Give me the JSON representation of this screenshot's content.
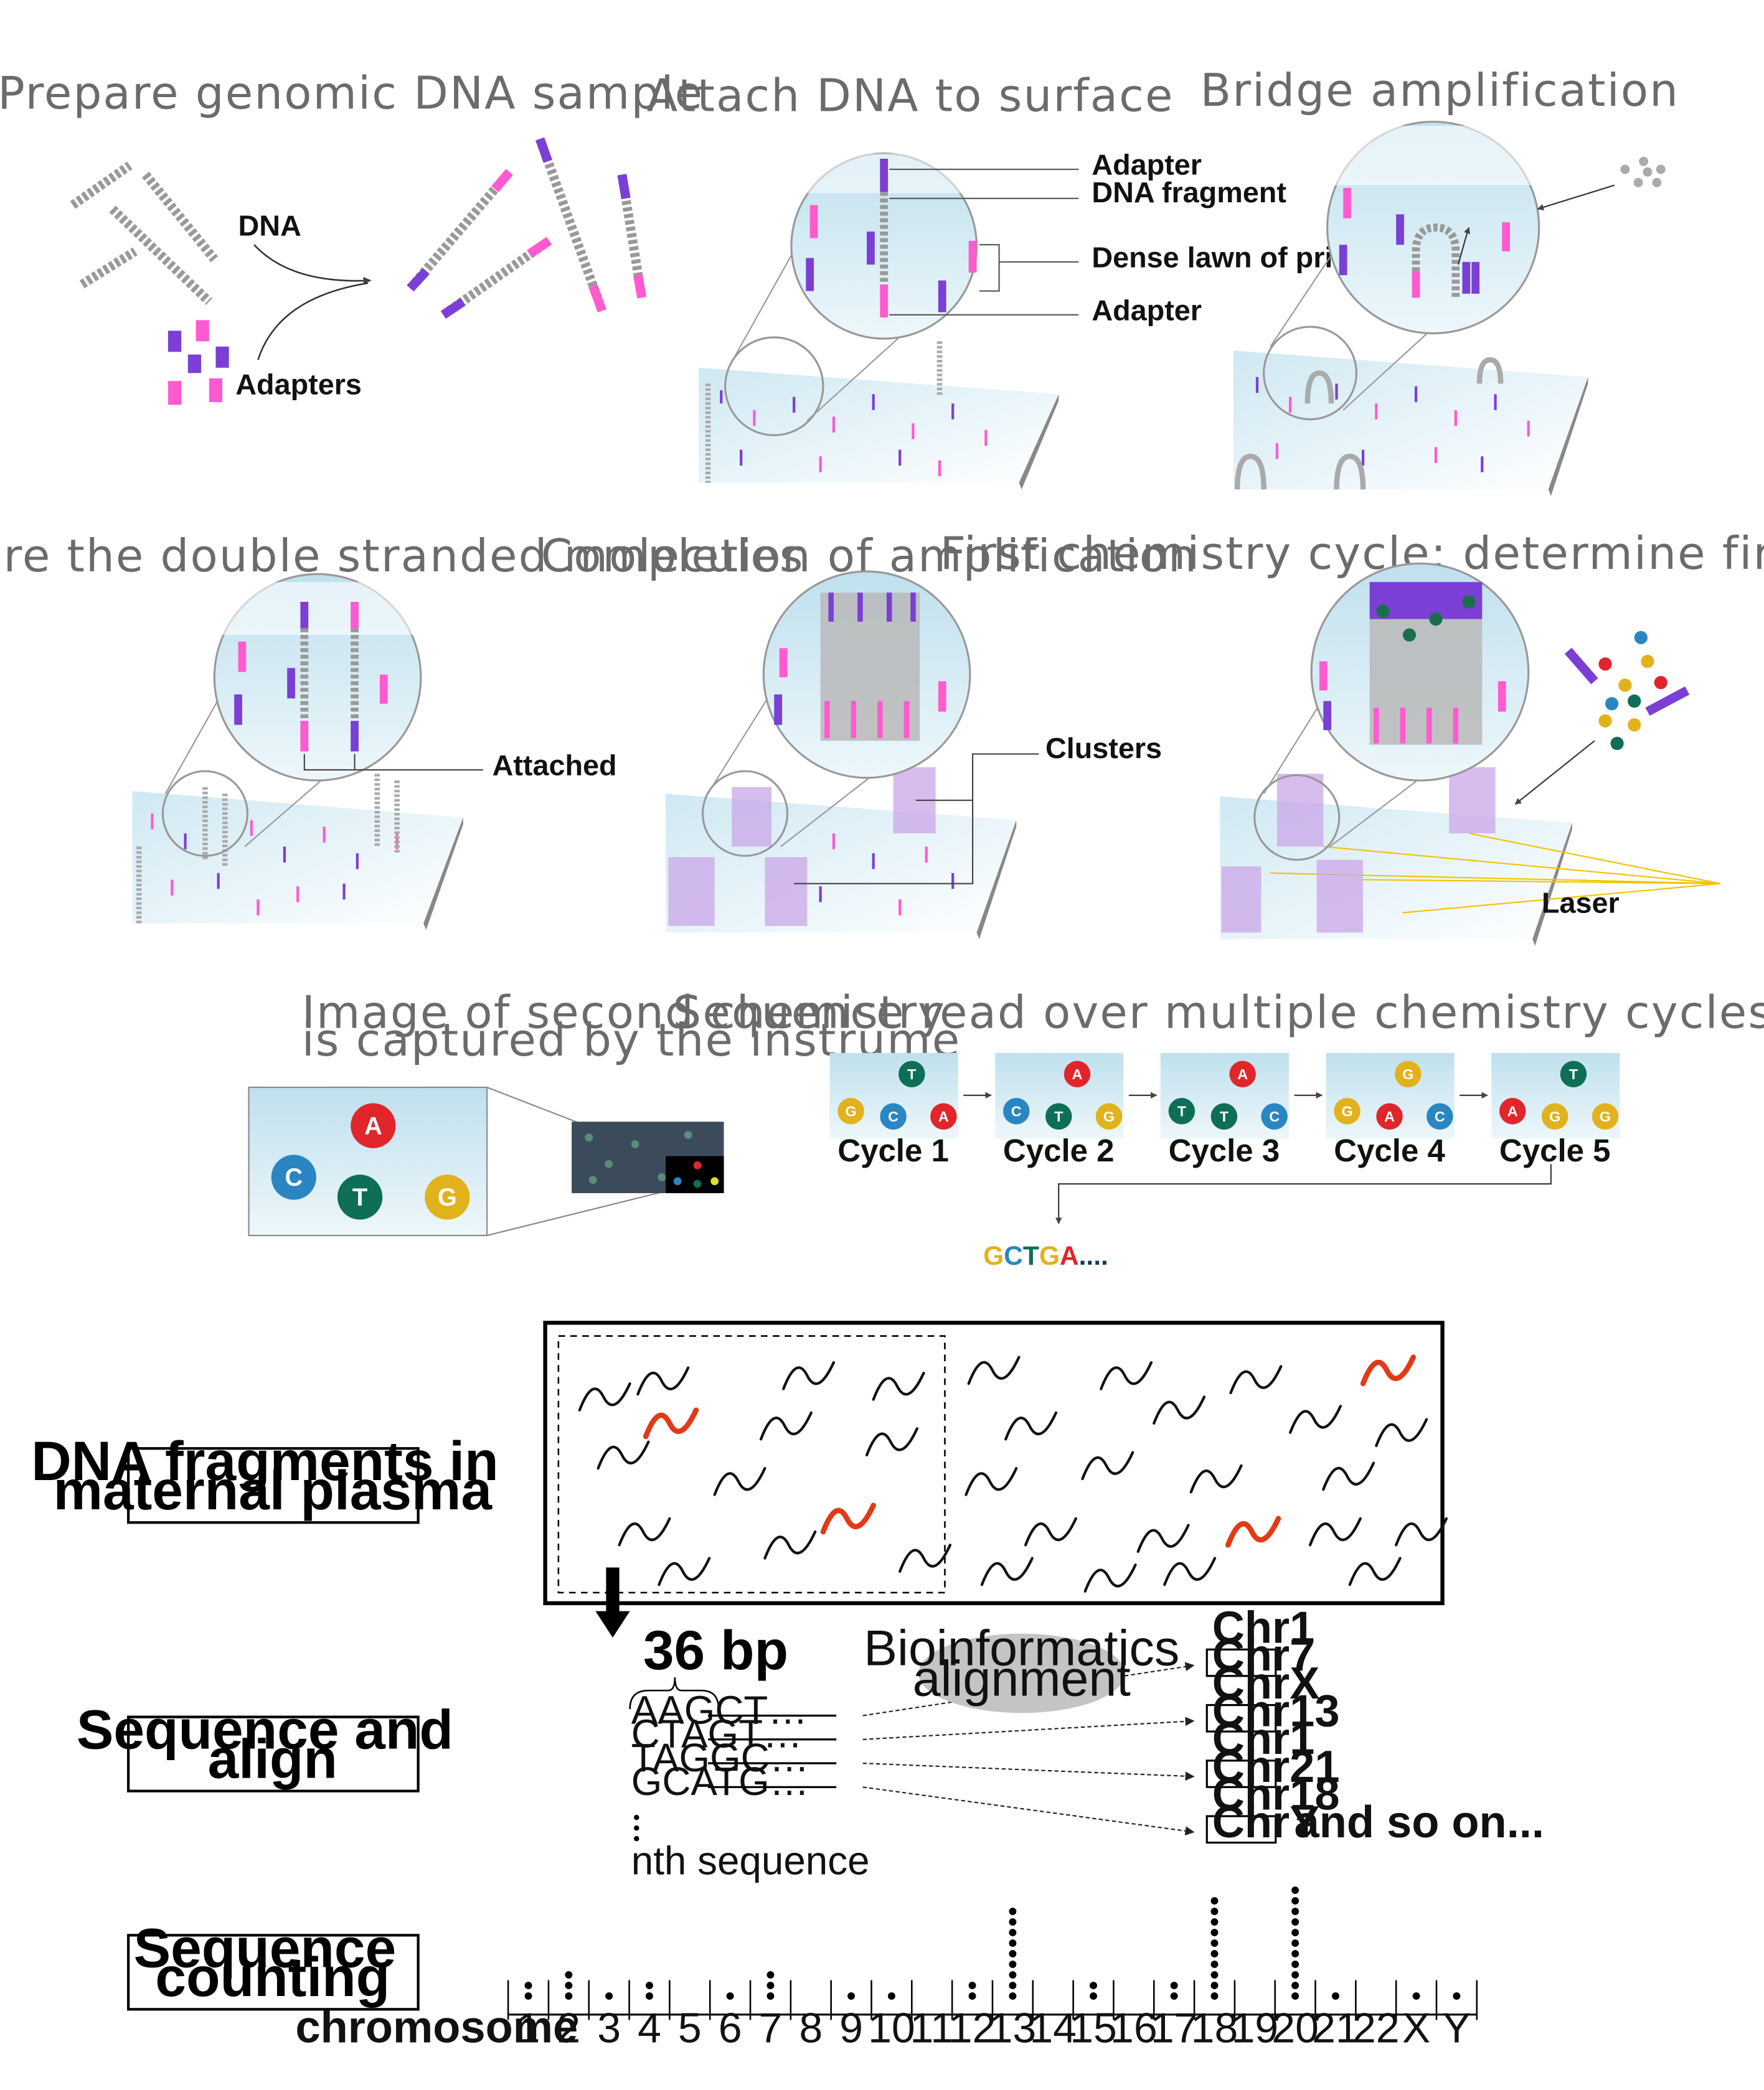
{
  "panels": {
    "prepare": {
      "title": "Prepare genomic DNA sample",
      "dna_label": "DNA",
      "adapters_label": "Adapters"
    },
    "attach": {
      "title": "Attach DNA to surface",
      "labels": [
        "Adapter",
        "DNA fragment",
        "Dense lawn of prime",
        "Adapter"
      ]
    },
    "bridge": {
      "title": "Bridge amplification"
    },
    "denature": {
      "title": "Denature the double stranded molecules",
      "attached_label": "Attached"
    },
    "completion": {
      "title": "Completion of amplification",
      "clusters_label": "Clusters"
    },
    "first_cycle": {
      "title": "First chemistry cycle: determine first base",
      "laser_label": "Laser"
    },
    "image_capture": {
      "title_line1": "Image of second chemistry",
      "title_line2": "is captured by the instrume"
    },
    "sequence_read": {
      "title": "Sequence read over multiple chemistry cycles",
      "cycles": [
        {
          "label": "Cycle 1",
          "bases": [
            "T",
            "G",
            "C",
            "A"
          ]
        },
        {
          "label": "Cycle 2",
          "bases": [
            "A",
            "C",
            "T",
            "G"
          ]
        },
        {
          "label": "Cycle 3",
          "bases": [
            "A",
            "T",
            "T",
            "C"
          ]
        },
        {
          "label": "Cycle 4",
          "bases": [
            "G",
            "G",
            "A",
            "C"
          ]
        },
        {
          "label": "Cycle 5",
          "bases": [
            "T",
            "A",
            "G",
            "G"
          ]
        }
      ],
      "result": [
        "G",
        "C",
        "T",
        "G",
        "A"
      ],
      "result_suffix": "...."
    }
  },
  "base_colors": {
    "A": "#e0262b",
    "C": "#2a86c2",
    "G": "#e2b21c",
    "T": "#0e6e58"
  },
  "capture_bases": [
    "A",
    "C",
    "T",
    "G"
  ],
  "steps": {
    "fragments": "DNA fragments in\nmaternal plasma",
    "sequence": "Sequence and\nalign",
    "counting": "Sequence\ncounting"
  },
  "align": {
    "bp_label": "36 bp",
    "reads": [
      "AAGCT…",
      "CTAGT…",
      "TAGGC…",
      "GCATG…"
    ],
    "nth": "nth sequence",
    "bio_line1": "Bioinformatics",
    "bio_line2": "alignment",
    "chromosomes": [
      "Chr1",
      "Chr7",
      "ChrX",
      "Chr13",
      "Chr1",
      "Chr21",
      "Chr18",
      "ChrY"
    ],
    "boxed": [
      false,
      true,
      false,
      true,
      false,
      true,
      false,
      true
    ],
    "and_so_on": "and so on..."
  },
  "chart_data": {
    "type": "scatter",
    "title": "",
    "xlabel": "chromosome",
    "categories": [
      "1",
      "2",
      "3",
      "4",
      "5",
      "6",
      "7",
      "8",
      "9",
      "10",
      "11",
      "12",
      "13",
      "14",
      "15",
      "16",
      "17",
      "18",
      "19",
      "20",
      "21",
      "22",
      "X",
      "Y"
    ],
    "values": [
      2,
      3,
      1,
      2,
      0,
      1,
      3,
      0,
      1,
      1,
      0,
      2,
      9,
      0,
      2,
      0,
      2,
      10,
      0,
      11,
      1,
      0,
      1,
      1
    ]
  }
}
